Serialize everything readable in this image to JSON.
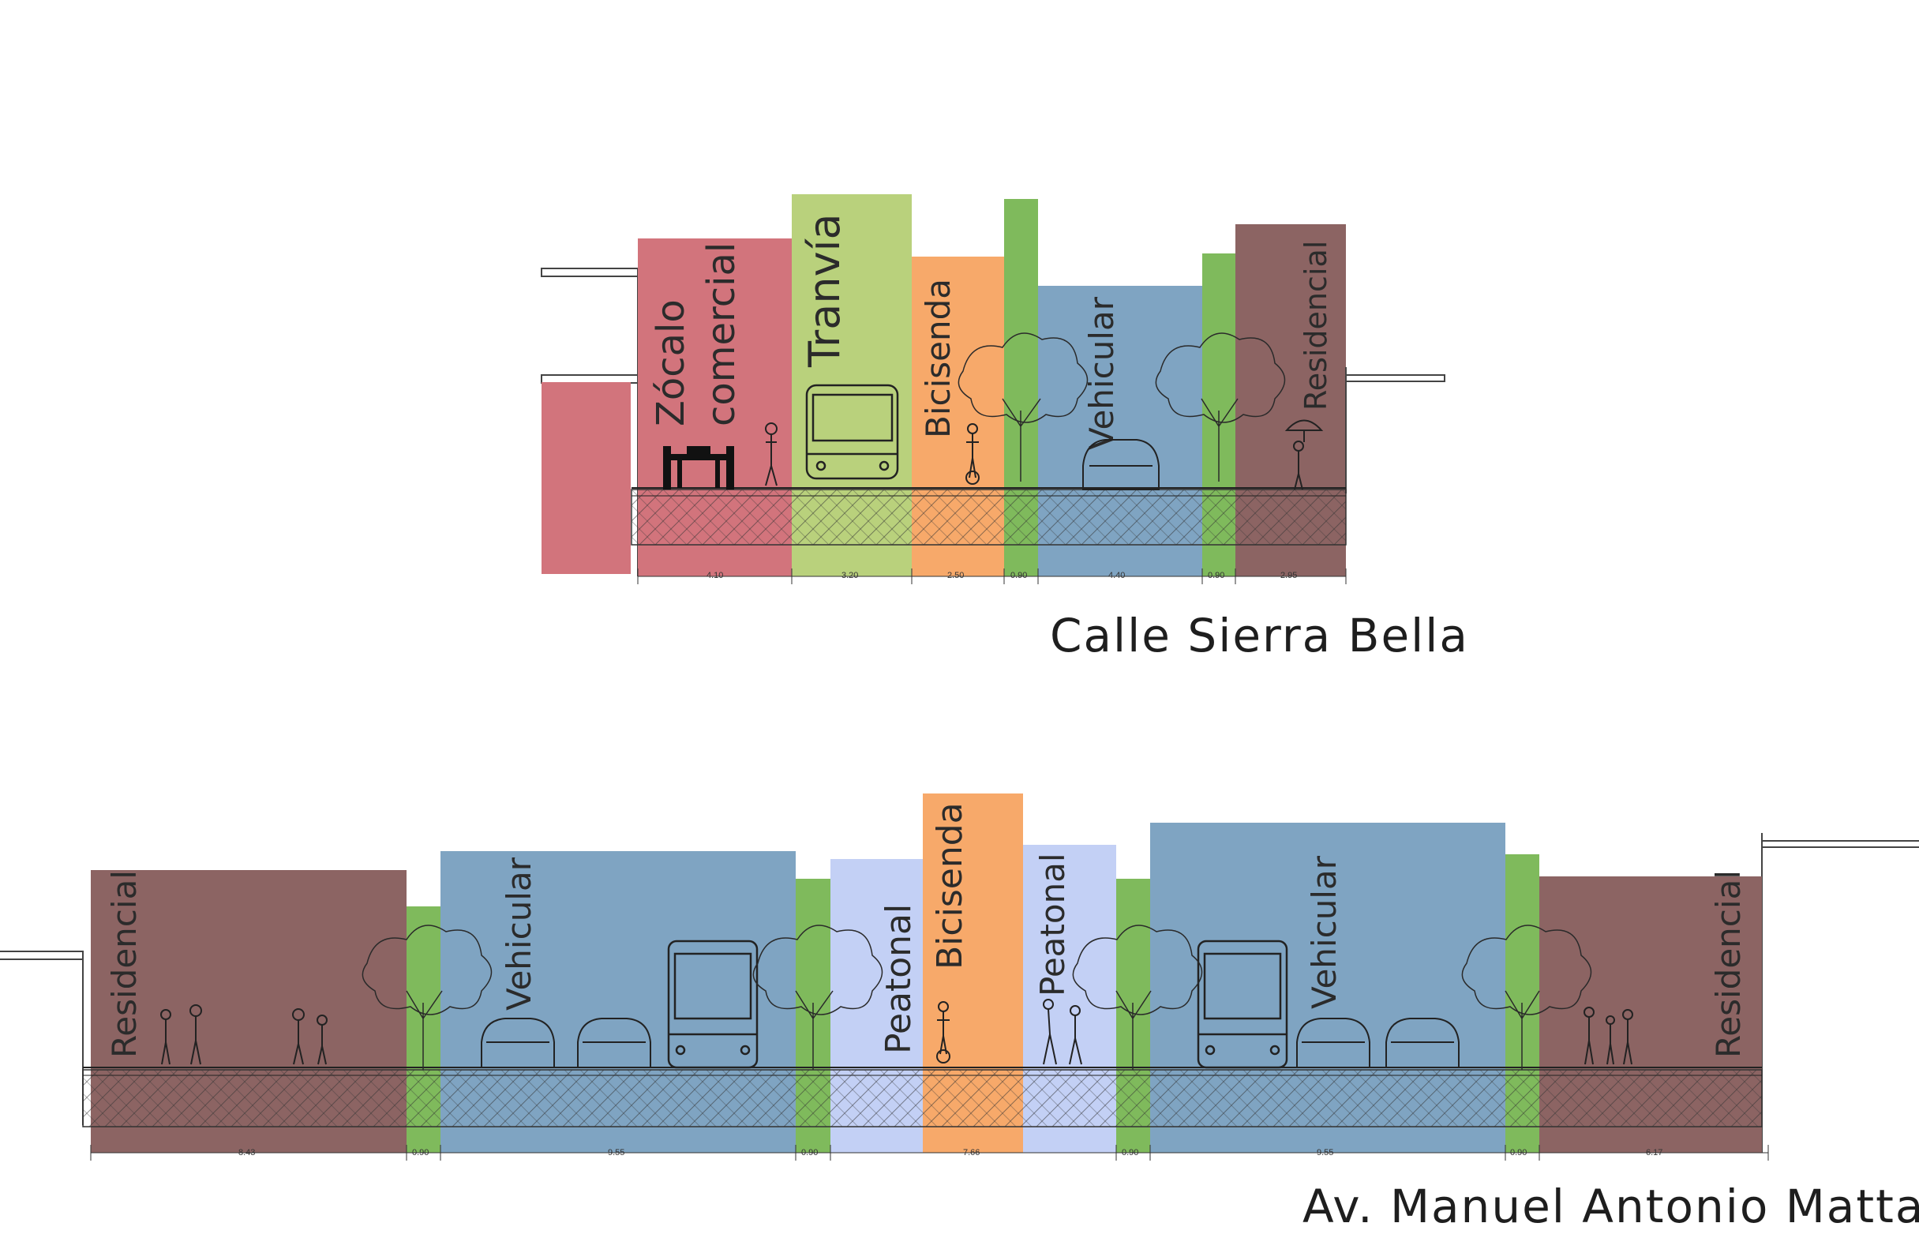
{
  "colors": {
    "commercial": "#d2747c",
    "tram": "#b9d17c",
    "bike": "#f7a96a",
    "green": "#7fba5c",
    "vehicular": "#7fa4c2",
    "residential": "#8c6463",
    "pedestrian": "#c3d0f5",
    "ink": "#2a2a2a"
  },
  "section_1": {
    "title": "Calle Sierra Bella",
    "zones": [
      {
        "label": "Zócalo\ncomercial",
        "line1": "Zócalo",
        "line2": "comercial",
        "color": "commercial",
        "width_label": "4.10"
      },
      {
        "label": "Tranvía",
        "color": "tram",
        "width_label": "3.20"
      },
      {
        "label": "Bicisenda",
        "color": "bike",
        "width_label": "2.50"
      },
      {
        "label": "",
        "color": "green",
        "width_label": "0.90"
      },
      {
        "label": "Vehicular",
        "color": "vehicular",
        "width_label": "4.40"
      },
      {
        "label": "",
        "color": "green",
        "width_label": "0.90"
      },
      {
        "label": "Residencial",
        "color": "residential",
        "width_label": "2.95"
      }
    ]
  },
  "section_2": {
    "title": "Av. Manuel Antonio Matta",
    "zones": [
      {
        "label": "Residencial",
        "color": "residential",
        "width_label": "8.43"
      },
      {
        "label": "",
        "color": "green",
        "width_label": "0.90"
      },
      {
        "label": "Vehicular",
        "color": "vehicular",
        "width_label": "9.55"
      },
      {
        "label": "",
        "color": "green",
        "width_label": "0.90"
      },
      {
        "label": "Peatonal",
        "color": "pedestrian",
        "width_label": ""
      },
      {
        "label": "Bicisenda",
        "color": "bike",
        "width_label": "7.66"
      },
      {
        "label": "Peatonal",
        "color": "pedestrian",
        "width_label": ""
      },
      {
        "label": "",
        "color": "green",
        "width_label": "0.90"
      },
      {
        "label": "Vehicular",
        "color": "vehicular",
        "width_label": "9.55"
      },
      {
        "label": "",
        "color": "green",
        "width_label": "0.90"
      },
      {
        "label": "Residencial",
        "color": "residential",
        "width_label": "6.17"
      }
    ]
  }
}
